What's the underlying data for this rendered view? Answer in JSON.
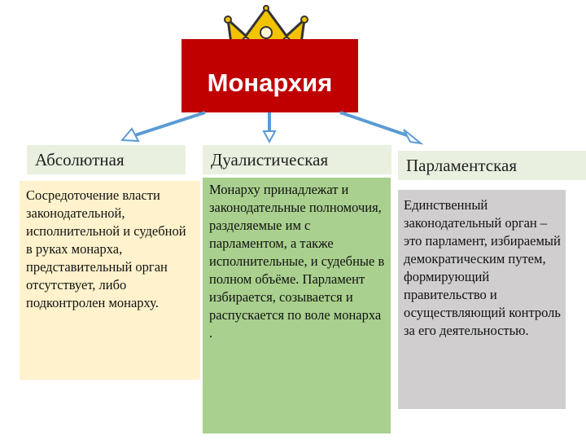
{
  "title": "Монархия",
  "colors": {
    "title_bg": "#c00000",
    "arrow": "#5b9bd5",
    "heading_bg": "#e9f0df",
    "absolute_bg": "#fff2cc",
    "dualistic_bg": "#a9d08e",
    "parliamentary_bg": "#d0cece"
  },
  "icons": {
    "top": "crown-icon",
    "connectors": "arrow-icon"
  },
  "branches": [
    {
      "heading": "Абсолютная",
      "text": "Сосредоточение власти законодательной, исполнительной и судебной в руках монарха, представительный орган отсутствует, либо подконтролен монарху."
    },
    {
      "heading": "Дуалистическая",
      "text": "Монарху принадлежат и законодательные полномочия, разделяемые им с парламентом, а также исполнительные, и судебные в полном объёме. Парламент избирается, созывается и распускается по воле монарха ."
    },
    {
      "heading": "Парламентская",
      "text": "Единственный законодательный орган – это парламент, избираемый демократическим путем, формирующий правительство и осуществляющий контроль за его деятельностью."
    }
  ]
}
